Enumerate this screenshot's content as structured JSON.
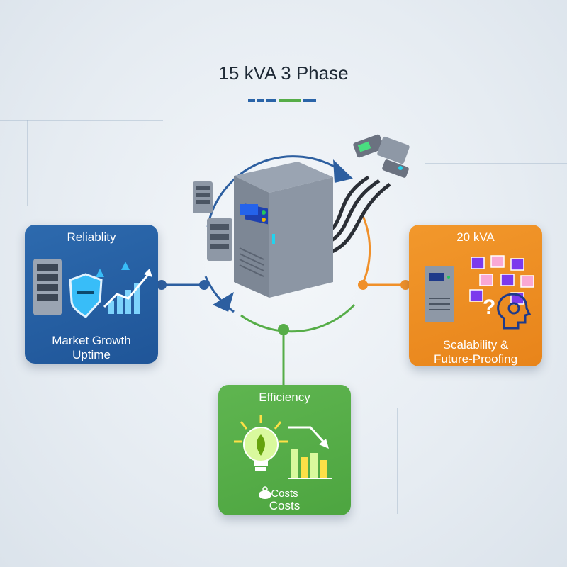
{
  "title": "15 kVA 3 Phase",
  "colors": {
    "reliability": "#2a64a8",
    "scalability": "#f0902a",
    "efficiency": "#56ad48",
    "ring": "#2d5fa0",
    "dash": [
      "#2a64a8",
      "#2a64a8",
      "#2a64a8",
      "#56ad48",
      "#2a64a8"
    ]
  },
  "cards": {
    "reliability": {
      "heading": "Reliablity",
      "footer_line1": "Market Growth",
      "footer_line2": "Uptime",
      "icons": [
        "server-rack-icon",
        "shield-icon",
        "growth-chart-icon"
      ]
    },
    "scalability": {
      "heading": "20 kVA",
      "footer_line1": "Scalability &",
      "footer_line2": "Future-Proofing",
      "icons": [
        "ups-cabinet-icon",
        "network-cubes-icon",
        "question-mark-icon",
        "head-gear-icon"
      ]
    },
    "efficiency": {
      "heading": "Efficiency",
      "footer_line1": "Costs",
      "footer_line2": "Costs",
      "icons": [
        "lightbulb-leaf-icon",
        "declining-bar-chart-icon",
        "piggy-bank-icon"
      ]
    }
  },
  "center": {
    "icons": [
      "ups-cabinet-icon",
      "server-rack-icon",
      "power-connector-icon",
      "cycle-arrows-icon"
    ]
  }
}
